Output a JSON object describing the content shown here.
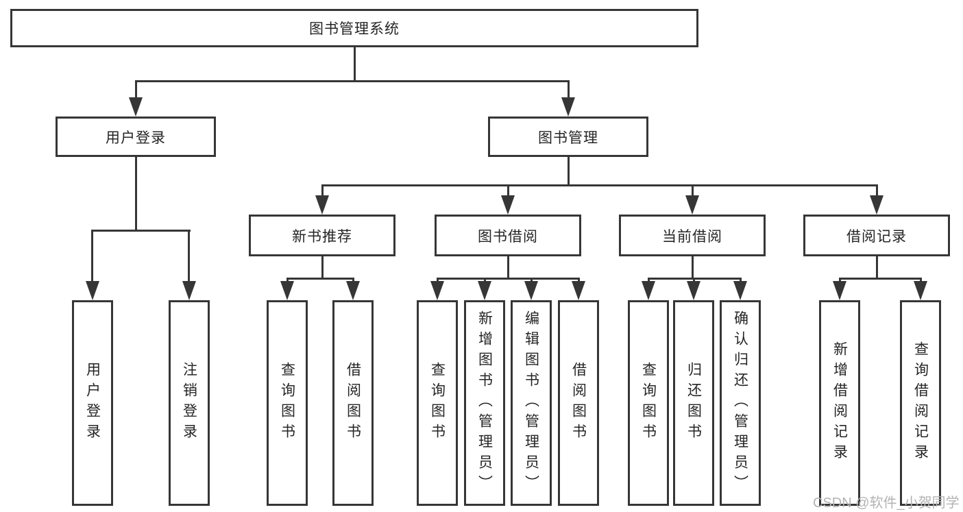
{
  "tree": {
    "root": {
      "label": "图书管理系统"
    },
    "user_login": {
      "label": "用户登录",
      "children": [
        {
          "label": "用户登录"
        },
        {
          "label": "注销登录"
        }
      ]
    },
    "book_mgmt": {
      "label": "图书管理",
      "children": [
        {
          "label": "新书推荐",
          "children": [
            {
              "label": "查询图书"
            },
            {
              "label": "借阅图书"
            }
          ]
        },
        {
          "label": "图书借阅",
          "children": [
            {
              "label": "查询图书"
            },
            {
              "label": "新增图书（管理员）"
            },
            {
              "label": "编辑图书（管理员）"
            },
            {
              "label": "借阅图书"
            }
          ]
        },
        {
          "label": "当前借阅",
          "children": [
            {
              "label": "查询图书"
            },
            {
              "label": "归还图书"
            },
            {
              "label": "确认归还（管理员）"
            }
          ]
        },
        {
          "label": "借阅记录",
          "children": [
            {
              "label": "新增借阅记录"
            },
            {
              "label": "查询借阅记录"
            }
          ]
        }
      ]
    }
  },
  "watermark": "CSDN @软件_小贺同学",
  "colors": {
    "line": "#363636",
    "text": "#252525",
    "box_background": "#ffffff",
    "page_background": "#ffffff",
    "watermark": "#b3b3b3"
  }
}
